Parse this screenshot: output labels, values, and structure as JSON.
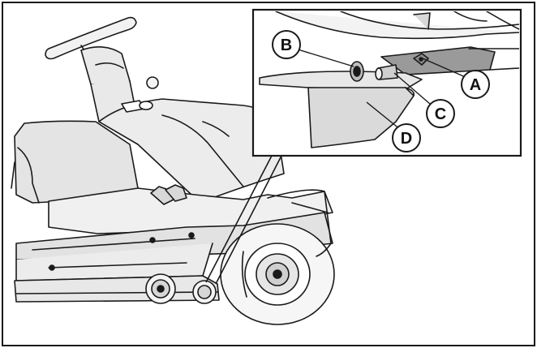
{
  "callouts": {
    "a": "A",
    "b": "B",
    "c": "C",
    "d": "D"
  },
  "colors": {
    "line": "#1a1a1a",
    "background": "#ffffff",
    "shade_light": "#e6e6e6",
    "shade_mid": "#cfcfcf",
    "shade_dark": "#8a8a8a"
  }
}
